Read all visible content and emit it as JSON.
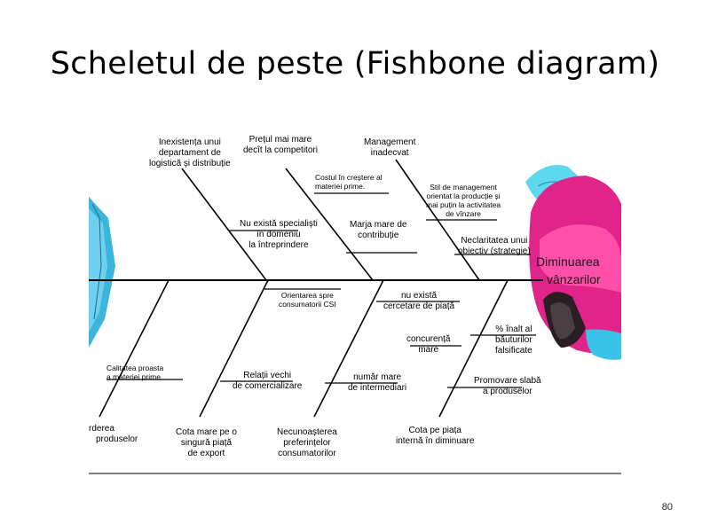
{
  "slide": {
    "title": "Scheletul de peste (Fishbone diagram)",
    "page_number": "80"
  },
  "fishbone": {
    "effect": [
      "Diminuarea",
      "vânzarilor"
    ],
    "labels": {
      "inexistenta": [
        "Inexistența unui",
        "departament de",
        "logistică și distribuție"
      ],
      "pretul": [
        "Prețul mai mare",
        "decît la competitori"
      ],
      "management": [
        "Management",
        "inadecvat"
      ],
      "costul": [
        "Costul în creștere al",
        "materiei prime."
      ],
      "stil": [
        "Stil de management",
        "orientat la producție și",
        "mai puțin la activitatea",
        "de vînzare"
      ],
      "specialisti": [
        "Nu există specialiști",
        "în domeniu",
        "la întreprindere"
      ],
      "marja": [
        "Marja mare de",
        "contribuție"
      ],
      "neclaritatea": [
        "Neclaritatea unui",
        "obiectiv (strategie)"
      ],
      "orientarea": [
        "Orientarea spre",
        "consumatorii CSI"
      ],
      "cercetare": [
        "nu există",
        "cercetare de piață"
      ],
      "inalt": [
        "% înalt al",
        "băuturilor",
        "falsificate"
      ],
      "concurenta": [
        "concurență",
        "mare"
      ],
      "calitatea": [
        "Calitatea proasta",
        "a materiei prime"
      ],
      "relatii": [
        "Relații vechi",
        "de comercializare"
      ],
      "intermediari": [
        "număr mare",
        "de intermediari"
      ],
      "promovare": [
        "Promovare slabă",
        "a produselor"
      ],
      "produselor": [
        "rderea",
        "produselor"
      ],
      "cota_mare": [
        "Cota mare pe o",
        "singură piață",
        "de export"
      ],
      "necunoasterea": [
        "Necunoașterea",
        "preferințelor",
        "consumatorilor"
      ],
      "cota_piata": [
        "Cota pe piața",
        "internă în diminuare"
      ]
    }
  }
}
